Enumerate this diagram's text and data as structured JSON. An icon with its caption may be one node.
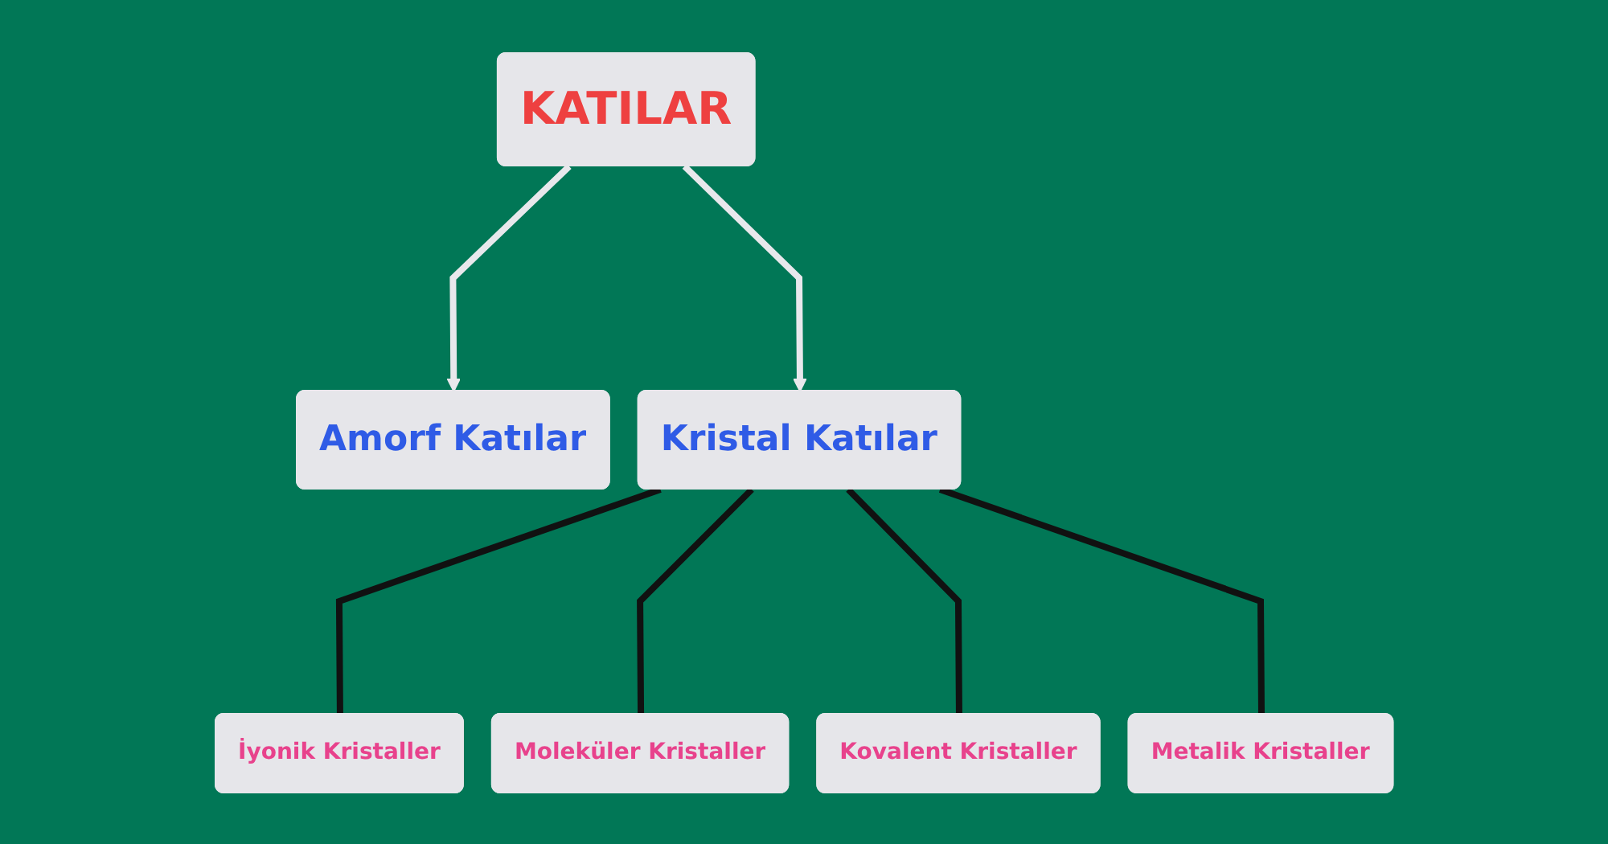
{
  "diagram": {
    "nodes": [
      {
        "text": [
          "KATILAR"
        ]
      },
      {
        "text": [
          "Amorf Katılar"
        ]
      },
      {
        "text": [
          "Kristal Katılar"
        ]
      },
      {
        "text": [
          "İyonik Kristaller"
        ]
      },
      {
        "text": [
          "Moleküler Kristaller"
        ]
      },
      {
        "text": [
          "Kovalent Kristaller"
        ]
      },
      {
        "text": [
          "Metalik Kristaller"
        ]
      }
    ],
    "edges": [
      {
        "from": 0,
        "to": 1,
        "arrow": "to",
        "color": "#e8e8ec"
      },
      {
        "from": 0,
        "to": 2,
        "arrow": "to",
        "color": "#e8e8ec"
      },
      {
        "from": 2,
        "to": 3,
        "arrow": "none"
      },
      {
        "from": 2,
        "to": 4,
        "arrow": "none"
      },
      {
        "from": 2,
        "to": 5,
        "arrow": "none"
      },
      {
        "from": 2,
        "to": 6,
        "arrow": "none"
      }
    ]
  }
}
